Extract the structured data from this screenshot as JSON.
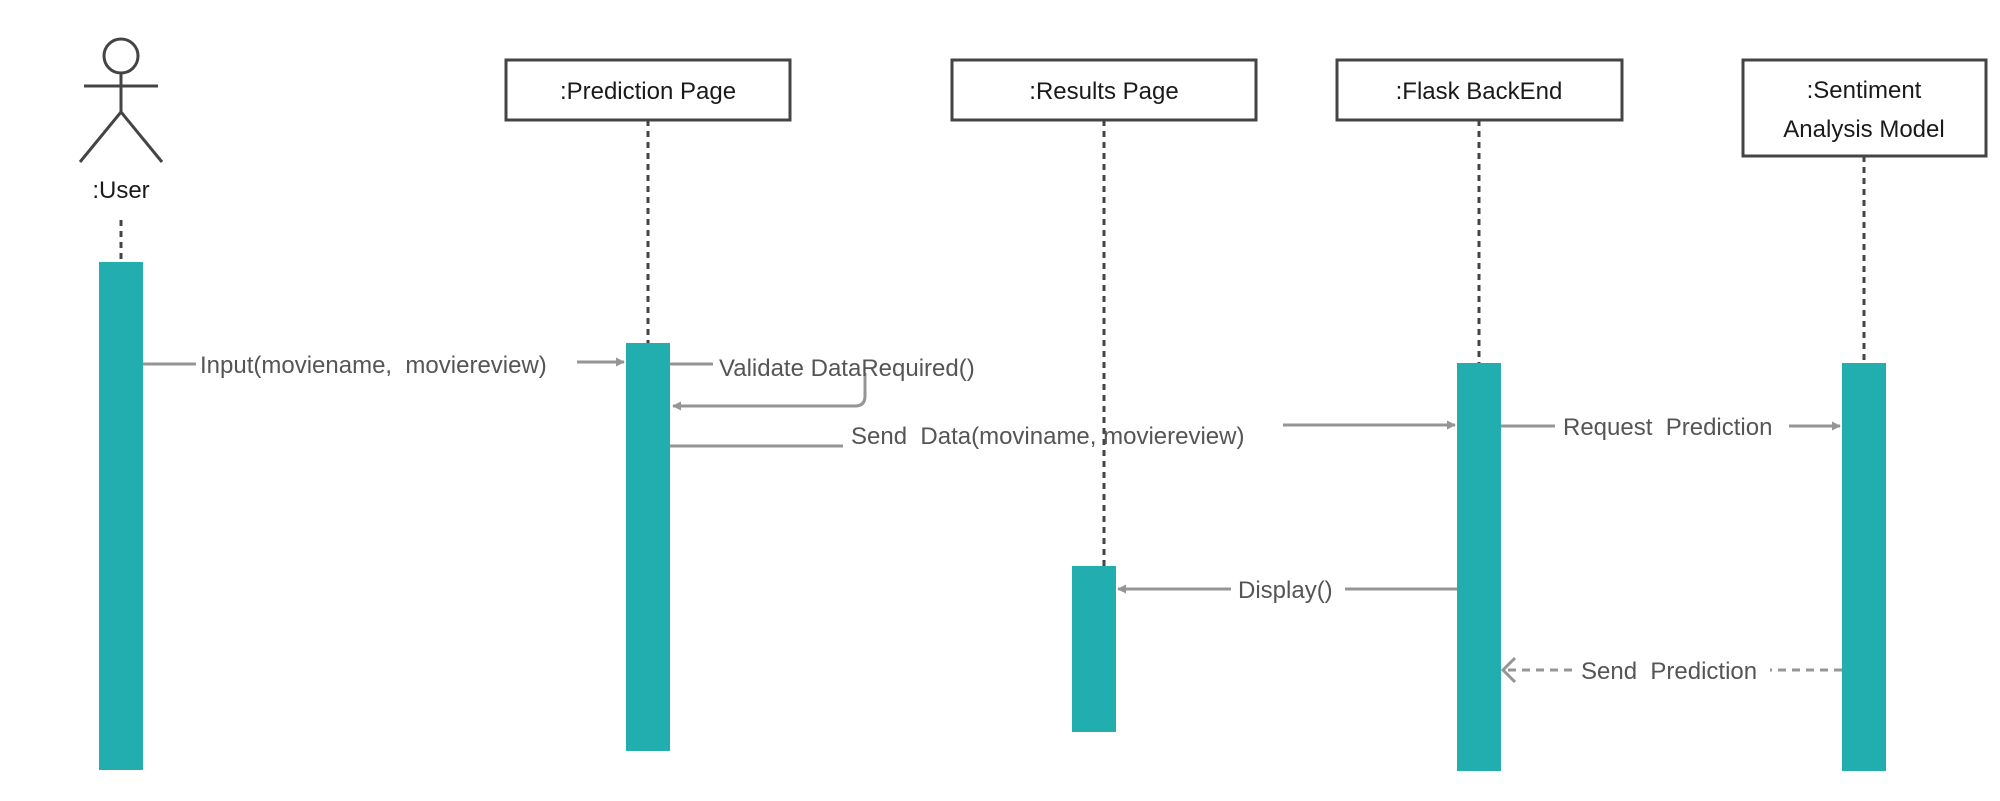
{
  "diagram": {
    "type": "sequence",
    "colors": {
      "activation": "#22AEAE",
      "message": "#959595",
      "lifeline": "#444444",
      "box_border": "#444444",
      "text": "#1a1a1a",
      "message_text": "#555555"
    },
    "actor": {
      "id": "user",
      "label": ":User"
    },
    "participants": [
      {
        "id": "prediction",
        "label": ":Prediction Page",
        "lines": [
          ":Prediction Page"
        ]
      },
      {
        "id": "results",
        "label": ":Results Page",
        "lines": [
          ":Results Page"
        ]
      },
      {
        "id": "flask",
        "label": ":Flask BackEnd",
        "lines": [
          ":Flask BackEnd"
        ]
      },
      {
        "id": "model",
        "label": ":Sentiment Analysis Model",
        "lines": [
          ":Sentiment",
          "Analysis Model"
        ]
      }
    ],
    "messages": [
      {
        "id": "m1",
        "from": "user",
        "to": "prediction",
        "label": "Input(moviename,  moviereview)",
        "style": "solid"
      },
      {
        "id": "m2",
        "from": "prediction",
        "to": "prediction",
        "label": "Validate DataRequired()",
        "style": "self"
      },
      {
        "id": "m3",
        "from": "prediction",
        "to": "flask",
        "label": "Send  Data(moviname, moviereview)",
        "style": "solid"
      },
      {
        "id": "m4",
        "from": "flask",
        "to": "model",
        "label": "Request  Prediction",
        "style": "solid"
      },
      {
        "id": "m5",
        "from": "flask",
        "to": "results",
        "label": "Display()",
        "style": "solid"
      },
      {
        "id": "m6",
        "from": "model",
        "to": "flask",
        "label": "Send  Prediction",
        "style": "dashed"
      }
    ]
  }
}
